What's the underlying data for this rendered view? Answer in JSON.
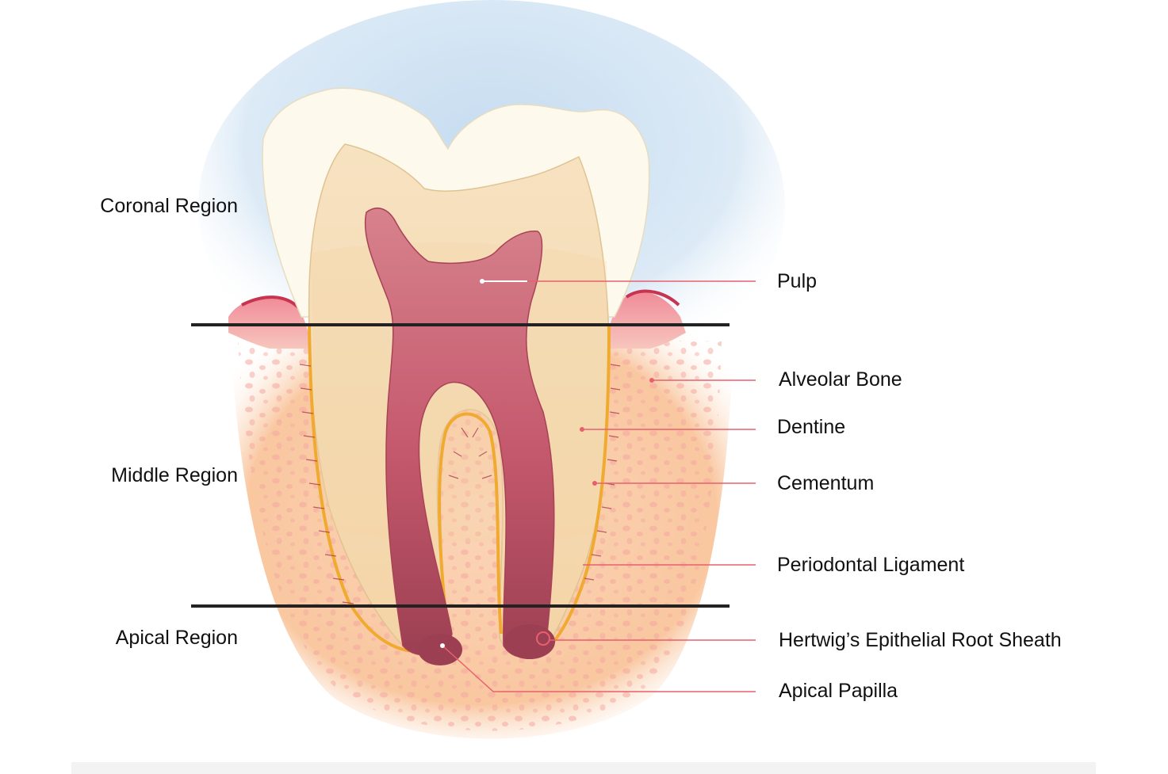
{
  "regions": {
    "coronal": "Coronal Region",
    "middle": "Middle Region",
    "apical": "Apical Region"
  },
  "labels": {
    "pulp": "Pulp",
    "alveolar_bone": "Alveolar Bone",
    "dentine": "Dentine",
    "cementum": "Cementum",
    "periodontal_ligament": "Periodontal Ligament",
    "hertwig": "Hertwig’s Epithelial Root Sheath",
    "apical_papilla": "Apical Papilla"
  },
  "colors": {
    "enamel": "#fdf9ec",
    "dentine": "#f6ddb5",
    "pulp": "#c8566a",
    "gum": "#e8677a",
    "bone": "#f9c9a6",
    "cementum": "#f1b03a",
    "leader": "#e8606e",
    "divider": "#222222",
    "sky": "#cfe3f3"
  }
}
